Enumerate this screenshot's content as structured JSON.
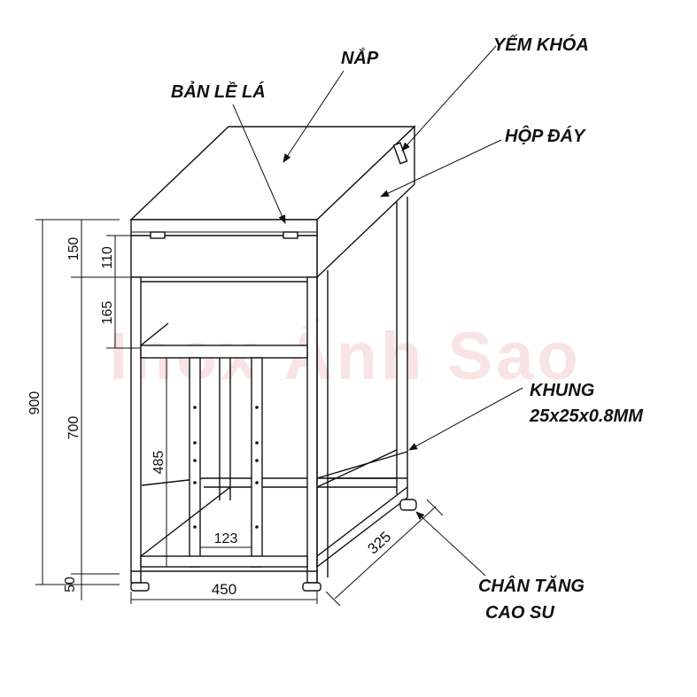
{
  "watermark": "Inox Ánh Sao",
  "labels": {
    "nap": "NẮP",
    "yem_khoa": "YẾM KHÓA",
    "ban_le_la": "BẢN LỀ LÁ",
    "hop_day": "HỘP ĐÁY",
    "khung_line1": "KHUNG",
    "khung_line2": "25x25x0.8MM",
    "chan_line1": "CHÂN TĂNG",
    "chan_line2": "CAO SU"
  },
  "dimensions": {
    "total_height": "900",
    "lid_height": "150",
    "box_height": "110",
    "frame_height": "700",
    "top_gap": "165",
    "inner_height": "485",
    "foot_height": "50",
    "width": "450",
    "depth": "325",
    "inner_width": "123"
  }
}
